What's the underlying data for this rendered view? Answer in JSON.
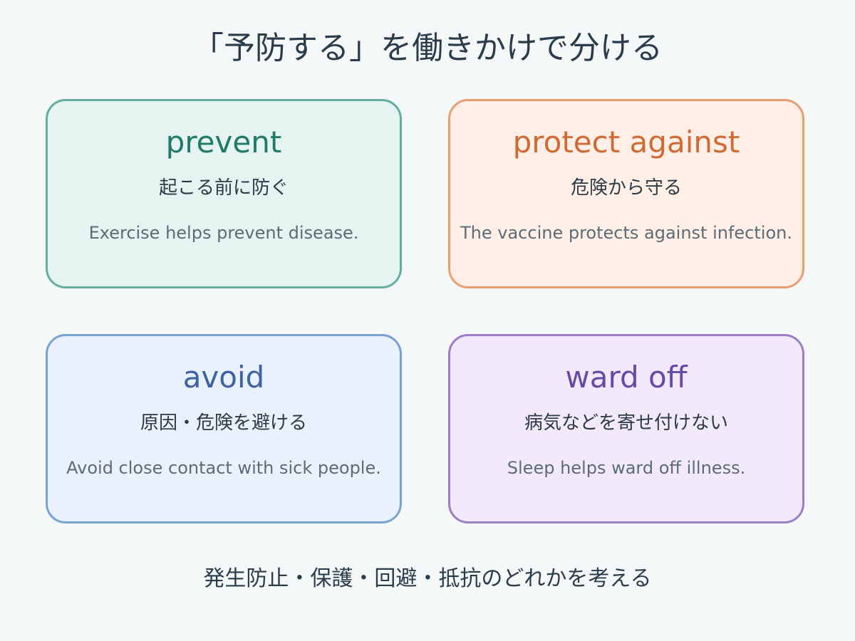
{
  "title": "「予防する」を働きかけで分ける",
  "cards": [
    {
      "term": "prevent",
      "meaning": "起こる前に防ぐ",
      "example": "Exercise helps prevent disease.",
      "color": "#1f7a68"
    },
    {
      "term": "protect against",
      "meaning": "危険から守る",
      "example": "The vaccine protects against infection.",
      "color": "#cf6a35"
    },
    {
      "term": "avoid",
      "meaning": "原因・危険を避ける",
      "example": "Avoid close contact with sick people.",
      "color": "#3e63a5"
    },
    {
      "term": "ward off",
      "meaning": "病気などを寄せ付けない",
      "example": "Sleep helps ward off illness.",
      "color": "#6a48a6"
    }
  ],
  "footer": "発生防止・保護・回避・抵抗のどれかを考える"
}
